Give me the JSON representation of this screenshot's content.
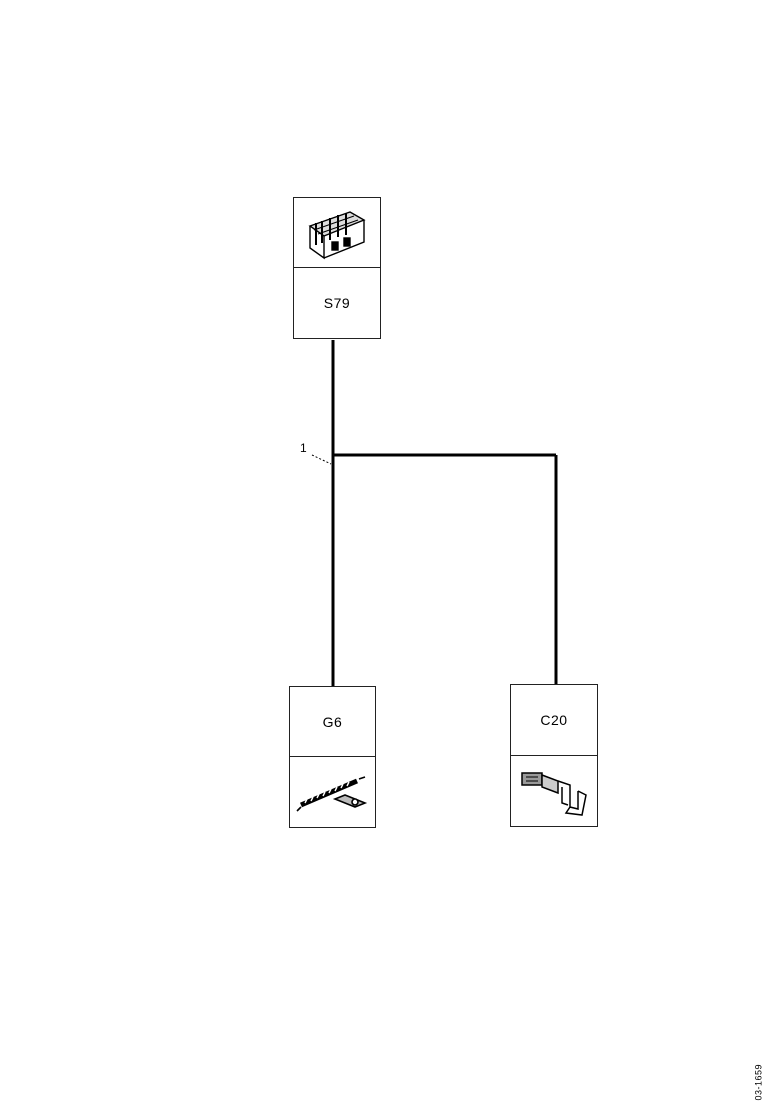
{
  "components": {
    "s79": {
      "label": "S79",
      "icon": "multi-pin-connector-icon"
    },
    "g6": {
      "label": "G6",
      "icon": "ground-strap-icon"
    },
    "c20": {
      "label": "C20",
      "icon": "terminal-clip-icon"
    }
  },
  "wire": {
    "label": "1"
  },
  "footer": {
    "code": "03-1659"
  },
  "colors": {
    "line": "#000000",
    "box_border": "#222222",
    "background": "#ffffff"
  }
}
